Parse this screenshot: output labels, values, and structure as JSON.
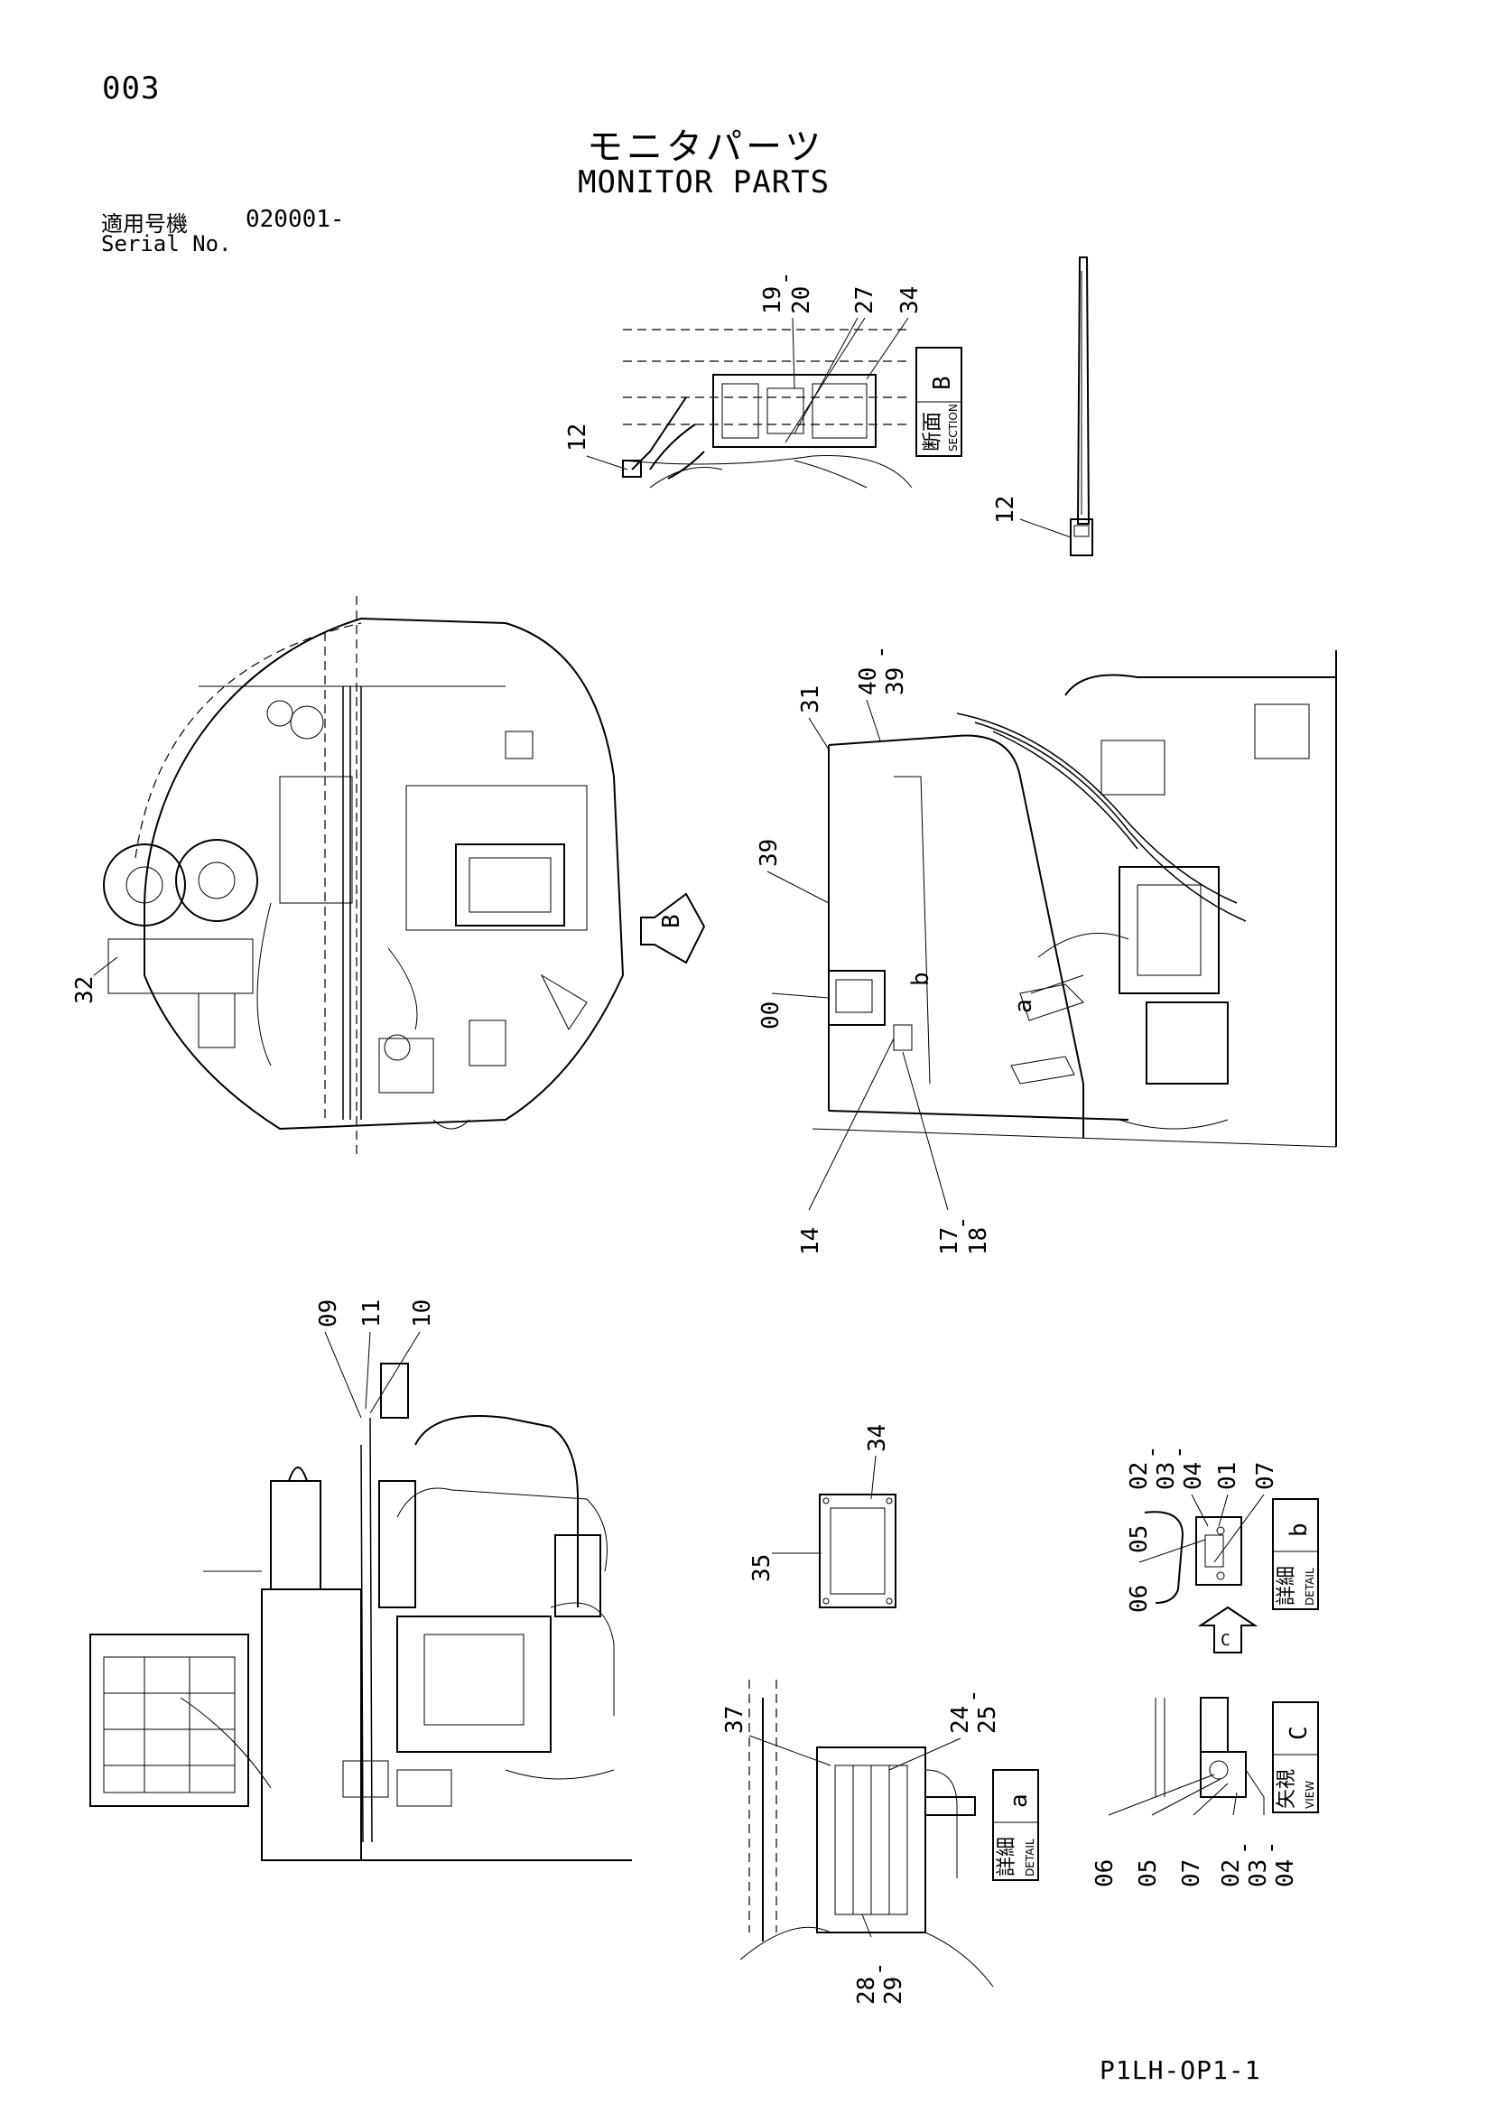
{
  "page_number": "003",
  "title_jp": "モニタパーツ",
  "title_en": "MONITOR PARTS",
  "serial": {
    "label_jp": "適用号機",
    "value": "020001-",
    "label_en": "Serial No."
  },
  "drawing_code": "P1LH-OP1-1",
  "views": {
    "section_b": {
      "letter": "B",
      "jp": "断面",
      "en": "SECTION"
    },
    "detail_a": {
      "letter": "a",
      "jp": "詳細",
      "en": "DETAIL"
    },
    "detail_b": {
      "letter": "b",
      "jp": "詳細",
      "en": "DETAIL"
    },
    "view_c": {
      "letter": "C",
      "jp": "矢視",
      "en": "VIEW"
    }
  },
  "arrows": {
    "b_arrow": "B",
    "c_arrow": "C"
  },
  "callouts": {
    "section_b": [
      "12",
      "19",
      "-",
      "20",
      "27",
      "34"
    ],
    "tie": [
      "12"
    ],
    "top_view": [
      "32"
    ],
    "cab_side": [
      "31",
      "40",
      "-",
      "39",
      "39",
      "00",
      "a",
      "b",
      "14",
      "17",
      "-",
      "18"
    ],
    "seat_view": [
      "09",
      "11",
      "10"
    ],
    "plate_view": [
      "34",
      "35"
    ],
    "detail_b": [
      "02",
      "-",
      "03",
      "-",
      "04",
      "01",
      "07",
      "05",
      "06"
    ],
    "detail_a": [
      "37",
      "24",
      "-",
      "25",
      "28",
      "-",
      "29"
    ],
    "view_c": [
      "06",
      "05",
      "07",
      "02",
      "-",
      "03",
      "-",
      "04"
    ]
  }
}
